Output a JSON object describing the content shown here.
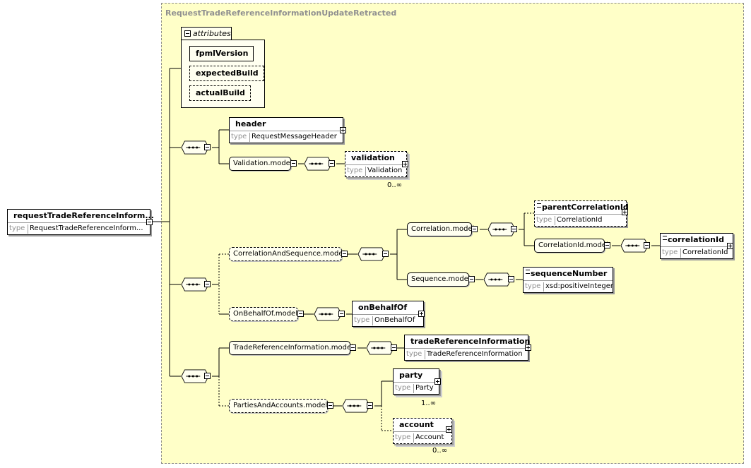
{
  "panel": {
    "title": "RequestTradeReferenceInformationUpdateRetracted"
  },
  "root": {
    "name": "requestTradeReferenceInform...",
    "type": "RequestTradeReferenceInform..."
  },
  "attributes": {
    "title": "attributes",
    "items": [
      {
        "name": "fpmlVersion",
        "optional": false
      },
      {
        "name": "expectedBuild",
        "optional": true
      },
      {
        "name": "actualBuild",
        "optional": true
      }
    ]
  },
  "type_keyword": "type",
  "elements": {
    "header": {
      "name": "header",
      "type": "RequestMessageHeader"
    },
    "validation": {
      "name": "validation",
      "type": "Validation",
      "cardinality": "0..∞"
    },
    "parentCorrelationId": {
      "name": "parentCorrelationId",
      "type": "CorrelationId"
    },
    "correlationId": {
      "name": "correlationId",
      "type": "CorrelationId"
    },
    "sequenceNumber": {
      "name": "sequenceNumber",
      "type": "xsd:positiveInteger"
    },
    "onBehalfOf": {
      "name": "onBehalfOf",
      "type": "OnBehalfOf"
    },
    "tradeReferenceInformation": {
      "name": "tradeReferenceInformation",
      "type": "TradeReferenceInformation"
    },
    "party": {
      "name": "party",
      "type": "Party",
      "cardinality": "1..∞"
    },
    "account": {
      "name": "account",
      "type": "Account",
      "cardinality": "0..∞"
    }
  },
  "groups": {
    "validationModel": "Validation.model",
    "correlationAndSequence": "CorrelationAndSequence.model",
    "correlationModel": "Correlation.model",
    "correlationIdModel": "CorrelationId.model",
    "sequenceModel": "Sequence.model",
    "onBehalfOfModel": "OnBehalfOf.model",
    "tradeReferenceInformationModel": "TradeReferenceInformation.model",
    "partiesAndAccounts": "PartiesAndAccounts.model"
  }
}
